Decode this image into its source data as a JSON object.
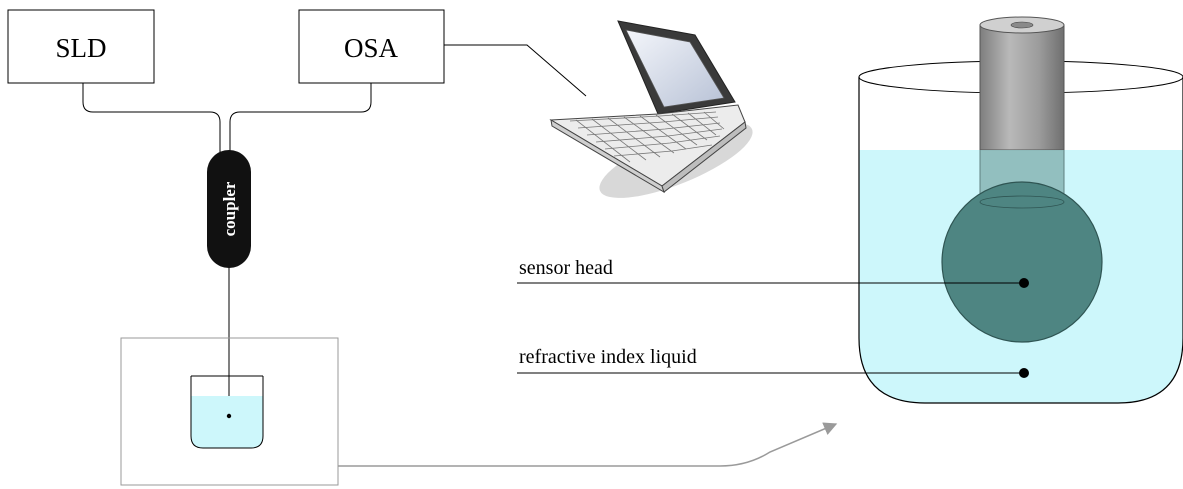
{
  "labels": {
    "sld": "SLD",
    "osa": "OSA",
    "coupler": "coupler",
    "sensor_head": "sensor head",
    "liquid": "refractive index liquid"
  },
  "colors": {
    "liquid": "#cdf7fb",
    "sensor_ball": "#4e8582",
    "sensor_ball_outline": "#2f5553",
    "rod": "#9a9a9a",
    "coupler": "#111111",
    "arrow": "#9a9a9a",
    "line": "#000000"
  },
  "icons": {
    "laptop": "laptop-icon"
  }
}
